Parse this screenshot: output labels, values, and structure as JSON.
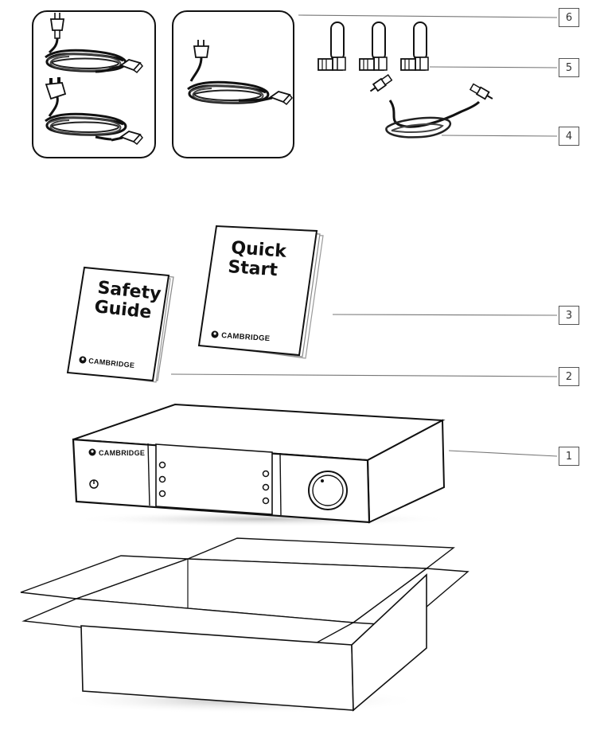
{
  "callouts": [
    "1",
    "2",
    "3",
    "4",
    "5",
    "6"
  ],
  "safety_guide": {
    "line1": "Safety",
    "line2": "Guide",
    "brand": "CAMBRIDGE"
  },
  "quick_start": {
    "line1": "Quick",
    "line2": "Start",
    "brand": "CAMBRIDGE"
  },
  "unit": {
    "brand": "CAMBRIDGE"
  },
  "icons": [
    "eu-power-cord-icon",
    "uk-power-cord-icon",
    "us-power-cord-icon",
    "antenna-icon",
    "audio-cable-icon",
    "power-button-icon",
    "volume-knob-icon",
    "cambridge-logo-icon"
  ]
}
